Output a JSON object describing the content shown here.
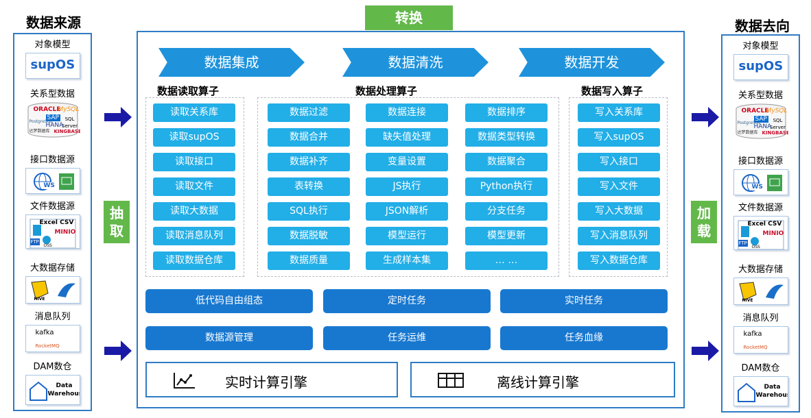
{
  "sources": {
    "title": "数据来源"
  },
  "targets": {
    "title": "数据去向"
  },
  "endpoint_items": [
    {
      "label": "对象模型"
    },
    {
      "label": "关系型数据"
    },
    {
      "label": "接口数据源"
    },
    {
      "label": "文件数据源"
    },
    {
      "label": "大数据存储"
    },
    {
      "label": "消息队列"
    },
    {
      "label": "DAM数仓"
    }
  ],
  "logo_text": {
    "supos": "supOS",
    "oracle": "ORACLE",
    "mysql": "MySQL",
    "sqlserver": "SQL Server",
    "postgresql": "PostgreSQL",
    "sap": "SAP",
    "hana": "HANA",
    "dameng": "达梦数据库",
    "kingbase": "KINGBASE",
    "ws": "WS",
    "excel_csv": "Excel CSV",
    "minio": "MINIO",
    "ftp": "FTP",
    "oss": "OSS",
    "kafka": "kafka",
    "rocketmq": "RocketMQ",
    "hive": "HIVE",
    "data_warehouse_1": "Data",
    "data_warehouse_2": "Warehouse"
  },
  "transform_title": "转换",
  "extract_label": [
    "抽",
    "取"
  ],
  "load_label": [
    "加",
    "载"
  ],
  "stages": [
    "数据集成",
    "数据清洗",
    "数据开发"
  ],
  "read_ops": {
    "title": "数据读取算子",
    "items": [
      "读取关系库",
      "读取supOS",
      "读取接口",
      "读取文件",
      "读取大数据",
      "读取消息队列",
      "读取数据仓库"
    ]
  },
  "process_ops": {
    "title": "数据处理算子",
    "columns": [
      [
        "数据过滤",
        "数据合并",
        "数据补齐",
        "表转换",
        "SQL执行",
        "数据脱敏",
        "数据质量"
      ],
      [
        "数据连接",
        "缺失值处理",
        "变量设置",
        "JS执行",
        "JSON解析",
        "模型运行",
        "生成样本集"
      ],
      [
        "数据排序",
        "数据类型转换",
        "数据聚合",
        "Python执行",
        "分支任务",
        "模型更新",
        "… …"
      ]
    ]
  },
  "write_ops": {
    "title": "数据写入算子",
    "items": [
      "写入关系库",
      "写入supOS",
      "写入接口",
      "写入文件",
      "写入大数据",
      "写入消息队列",
      "写入数据仓库"
    ]
  },
  "features": [
    [
      "低代码自由组态",
      "定时任务",
      "实时任务"
    ],
    [
      "数据源管理",
      "任务运维",
      "任务血缘"
    ]
  ],
  "engines": {
    "realtime": "实时计算引擎",
    "offline": "离线计算引擎"
  },
  "colors": {
    "primary_blue": "#1878d0",
    "light_blue": "#22aee7",
    "chevron_blue": "#1e93dc",
    "green": "#63b84a",
    "arrow_navy": "#1a1aa6",
    "border": "#2e7bc4"
  }
}
